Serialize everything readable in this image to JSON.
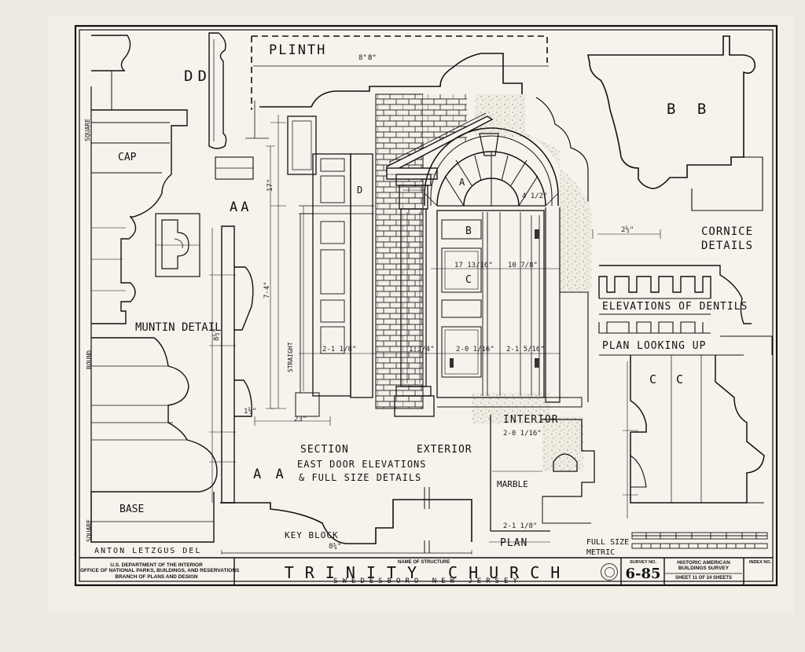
{
  "drawing": {
    "labels": {
      "plinth": "PLINTH",
      "dd": "DD",
      "bb": "B B",
      "cap": "CAP",
      "aa": "AA",
      "aa_lower": "A A",
      "cornice_line1": "CORNICE",
      "cornice_line2": "DETAILS",
      "muntin": "MUNTIN DETAIL",
      "dentils": "ELEVATIONS OF DENTILS",
      "plan_looking_up": "PLAN LOOKING UP",
      "cc": "C C",
      "interior": "INTERIOR",
      "section": "SECTION",
      "exterior": "EXTERIOR",
      "east_door": "EAST DOOR ELEVATIONS",
      "full_size": "& FULL SIZE DETAILS",
      "marble": "MARBLE",
      "base": "BASE",
      "key_block": "KEY BLOCK",
      "plan": "PLAN",
      "scale_full_size": "FULL SIZE",
      "scale_metric": "METRIC",
      "delineator": "ANTON LETZGUS DEL",
      "square_top": "SQUARE",
      "round": "ROUND",
      "square_bottom": "SQUARE",
      "straight": "STRAIGHT",
      "mark_a": "A",
      "mark_b": "B",
      "mark_c": "C",
      "mark_d": "D"
    },
    "dimensions": {
      "plinth_width": "8\"",
      "key_block_width": "8¾\"",
      "cornice_width": "2½\"",
      "interior_width": "2-0 1/16\"",
      "plan_width": "2-1 1/8\"",
      "straight_height": "7-4\"",
      "side_height": "8½\"",
      "panel_height_a": "17\"",
      "panel_width_a": "17 13/16\"",
      "panel_width_b": "10 7/8\"",
      "panel_width_c": "2-0 1/16\"",
      "panel_width_d": "2-1 5/16\"",
      "side_small": "2-1 1/8\"",
      "depth_small": "1 3/4\"",
      "top_small": "1½\"",
      "fanlight": "4 1/2\"",
      "pilaster": "23\""
    },
    "title_block": {
      "agency_line1": "U.S. DEPARTMENT OF THE INTERIOR",
      "agency_line2": "OFFICE OF NATIONAL PARKS, BUILDINGS, AND RESERVATIONS",
      "agency_line3": "BRANCH OF PLANS AND DESIGN",
      "name_label": "NAME OF STRUCTURE",
      "structure_name": "TRINITY CHURCH",
      "location": "SWEDESBORO NEW JERSEY",
      "survey_label": "SURVEY NO.",
      "survey_no": "6-85",
      "habs_line1": "HISTORIC AMERICAN",
      "habs_line2": "BUILDINGS SURVEY",
      "sheet_info": "SHEET 11 OF 24 SHEETS",
      "index_label": "INDEX NO."
    }
  }
}
